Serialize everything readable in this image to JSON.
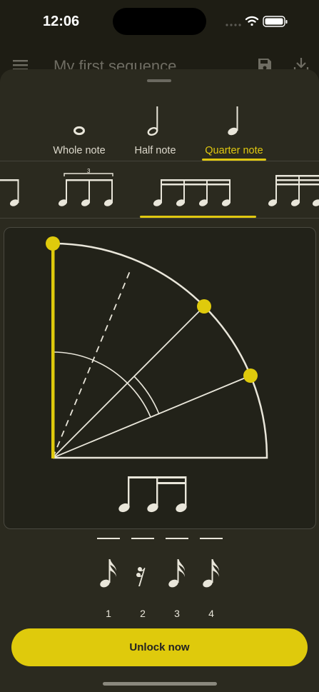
{
  "status_bar": {
    "time": "12:06",
    "icons": [
      "cellular-signal-icon",
      "wifi-icon",
      "battery-icon"
    ]
  },
  "app_bar": {
    "title": "My first sequence",
    "icons": [
      "menu-icon",
      "save-icon",
      "download-icon"
    ]
  },
  "note_values": {
    "tabs": [
      {
        "label": "Whole note",
        "icon": "whole-note-icon"
      },
      {
        "label": "Half note",
        "icon": "half-note-icon"
      },
      {
        "label": "Quarter note",
        "icon": "quarter-note-icon",
        "selected": true
      }
    ]
  },
  "subdivisions": {
    "items": [
      {
        "icon": "eighth-note-partial-icon"
      },
      {
        "icon": "triplet-eighth-notes-icon",
        "tuplet_label": "3"
      },
      {
        "icon": "four-sixteenth-notes-icon",
        "selected": true
      },
      {
        "icon": "thirty-second-notes-partial-icon"
      }
    ]
  },
  "visualizer": {
    "pattern_icon": "eighth-two-sixteenths-icon"
  },
  "beats": [
    {
      "number": "1",
      "symbol": "sixteenth-note-icon"
    },
    {
      "number": "2",
      "symbol": "sixteenth-rest-icon"
    },
    {
      "number": "3",
      "symbol": "sixteenth-note-icon"
    },
    {
      "number": "4",
      "symbol": "sixteenth-note-icon"
    }
  ],
  "cta": {
    "label": "Unlock now"
  },
  "colors": {
    "accent": "#dfca0c",
    "background": "#1e1d14",
    "sheet": "#2b2a1f",
    "ink": "#e9e6da"
  }
}
